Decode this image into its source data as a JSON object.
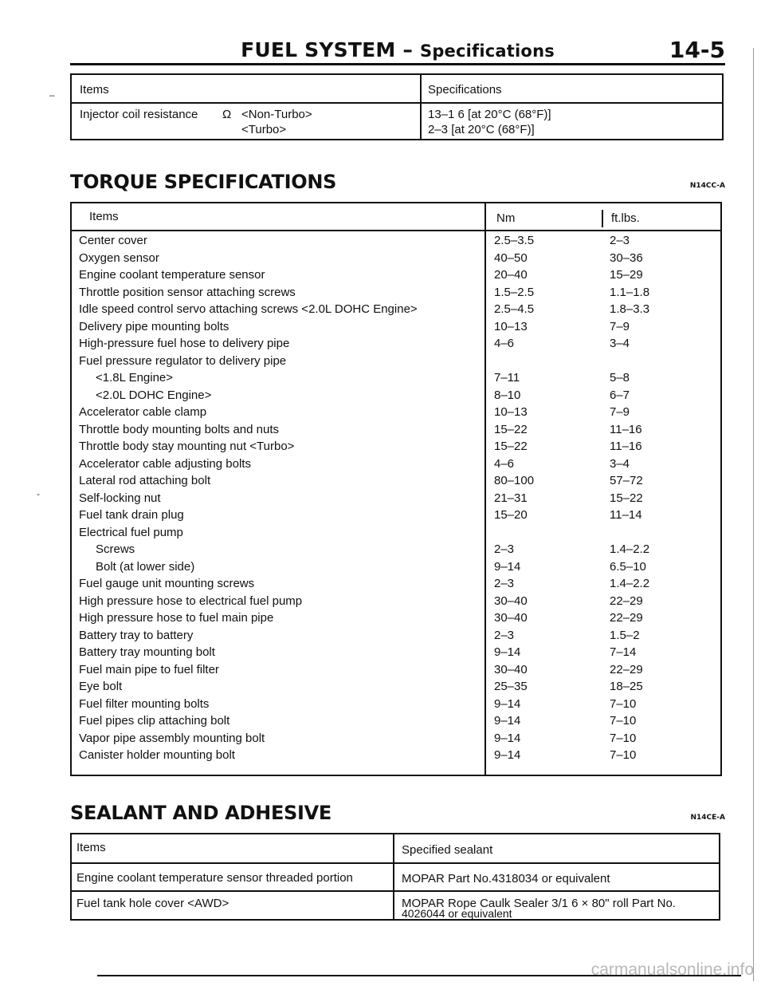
{
  "header": {
    "title": "FUEL SYSTEM",
    "separator": " – ",
    "subtitle": "Specifications",
    "page": "14-5"
  },
  "spec_table": {
    "col_items": "Items",
    "col_spec": "Specifications",
    "row_label": "Injector coil resistance",
    "row_unit": "Ω",
    "row_variants": [
      "<Non-Turbo>",
      "<Turbo>"
    ],
    "row_values": [
      "13–1 6 [at 20°C (68°F)]",
      "2–3 [at 20°C (68°F)]"
    ]
  },
  "torque": {
    "title": "TORQUE SPECIFICATIONS",
    "code": "N14CC-A",
    "col_items": "Items",
    "col_nm": "Nm",
    "col_ftlbs": "ft.lbs.",
    "rows": [
      {
        "item": "Center cover",
        "nm": "2.5–3.5",
        "ft": "2–3"
      },
      {
        "item": "Oxygen sensor",
        "nm": "40–50",
        "ft": "30–36"
      },
      {
        "item": "Engine coolant temperature sensor",
        "nm": "20–40",
        "ft": "15–29"
      },
      {
        "item": "Throttle position sensor attaching screws",
        "nm": "1.5–2.5",
        "ft": "1.1–1.8"
      },
      {
        "item": "Idle speed control servo attaching screws <2.0L DOHC Engine>",
        "nm": "2.5–4.5",
        "ft": "1.8–3.3"
      },
      {
        "item": "Delivery pipe mounting bolts",
        "nm": "10–13",
        "ft": "7–9"
      },
      {
        "item": "High-pressure fuel hose to delivery pipe",
        "nm": "4–6",
        "ft": "3–4"
      },
      {
        "item": "Fuel pressure regulator to delivery pipe",
        "nm": "",
        "ft": ""
      },
      {
        "item": "<1.8L Engine>",
        "nm": "7–11",
        "ft": "5–8",
        "indent": true
      },
      {
        "item": "<2.0L DOHC Engine>",
        "nm": "8–10",
        "ft": "6–7",
        "indent": true
      },
      {
        "item": "Accelerator cable clamp",
        "nm": "10–13",
        "ft": "7–9"
      },
      {
        "item": "Throttle body mounting bolts and nuts",
        "nm": "15–22",
        "ft": "11–16"
      },
      {
        "item": "Throttle body stay mounting nut <Turbo>",
        "nm": "15–22",
        "ft": "11–16"
      },
      {
        "item": "Accelerator cable adjusting bolts",
        "nm": "4–6",
        "ft": "3–4"
      },
      {
        "item": "Lateral rod attaching bolt",
        "nm": "80–100",
        "ft": "57–72"
      },
      {
        "item": "Self-locking nut",
        "nm": "21–31",
        "ft": "15–22"
      },
      {
        "item": "Fuel tank drain plug",
        "nm": "15–20",
        "ft": "11–14"
      },
      {
        "item": "Electrical fuel pump",
        "nm": "",
        "ft": ""
      },
      {
        "item": "Screws",
        "nm": "2–3",
        "ft": "1.4–2.2",
        "indent": true
      },
      {
        "item": "Bolt (at lower side)",
        "nm": "9–14",
        "ft": "6.5–10",
        "indent": true
      },
      {
        "item": "Fuel gauge unit mounting screws",
        "nm": "2–3",
        "ft": "1.4–2.2"
      },
      {
        "item": "High pressure hose to electrical fuel pump",
        "nm": "30–40",
        "ft": "22–29"
      },
      {
        "item": "High pressure hose to fuel main pipe",
        "nm": "30–40",
        "ft": "22–29"
      },
      {
        "item": "Battery tray to battery",
        "nm": "2–3",
        "ft": "1.5–2"
      },
      {
        "item": "Battery tray mounting bolt",
        "nm": "9–14",
        "ft": "7–14"
      },
      {
        "item": "Fuel main pipe to fuel filter",
        "nm": "30–40",
        "ft": "22–29"
      },
      {
        "item": "Eye bolt",
        "nm": "25–35",
        "ft": "18–25"
      },
      {
        "item": "Fuel filter mounting bolts",
        "nm": "9–14",
        "ft": "7–10"
      },
      {
        "item": "Fuel pipes clip attaching bolt",
        "nm": "9–14",
        "ft": "7–10"
      },
      {
        "item": "Vapor pipe assembly mounting bolt",
        "nm": "9–14",
        "ft": "7–10"
      },
      {
        "item": "Canister holder mounting bolt",
        "nm": "9–14",
        "ft": "7–10"
      }
    ]
  },
  "sealant": {
    "title": "SEALANT AND ADHESIVE",
    "code": "N14CE-A",
    "col_items": "Items",
    "col_sealant": "Specified sealant",
    "rows": [
      {
        "item": "Engine coolant temperature sensor threaded portion",
        "sealant": [
          "MOPAR Part No.4318034 or equivalent"
        ]
      },
      {
        "item": "Fuel tank hole cover <AWD>",
        "sealant": [
          "MOPAR Rope Caulk Sealer 3/1 6 × 80\" roll Part No.",
          "4026044 or equivalent"
        ]
      }
    ]
  },
  "watermark": "carmanualsonline.info"
}
